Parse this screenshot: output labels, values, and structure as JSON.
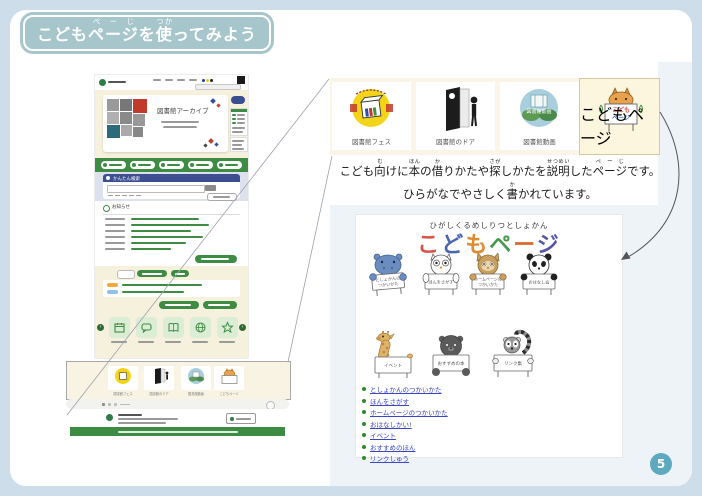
{
  "page": {
    "number": "5"
  },
  "colors": {
    "frame": "#cddeea",
    "banner_teal": "#a6c6cb",
    "site_green": "#3e8c44",
    "site_cream": "#f6f1dd",
    "site_navy": "#3d4f91",
    "cards_row_bg": "#faf5e6",
    "highlight_card_bg": "#fdf6de",
    "link_blue": "#3a46c4",
    "bullet_green": "#2e8b2e",
    "page_circle_teal": "#5fa9c0"
  },
  "title_banner": {
    "segments": [
      {
        "t": "こども"
      },
      {
        "t": "ページ",
        "r": "ぺーじ"
      },
      {
        "t": "を"
      },
      {
        "t": "使",
        "r": "つか"
      },
      {
        "t": "ってみよう"
      }
    ]
  },
  "library_site": {
    "hero_title": "図書館アーカイブ",
    "search_header": "かんたん検索",
    "news_header": "お知らせ"
  },
  "cards_row": {
    "items": [
      {
        "label": "図書館フェス"
      },
      {
        "label": "図書館のドア"
      },
      {
        "label": "図書館動画"
      },
      {
        "label": "こどもページ",
        "highlighted": true
      }
    ]
  },
  "kids_logo": {
    "line1": "こども",
    "line2": "ページ"
  },
  "description": {
    "line1": [
      {
        "t": "こども"
      },
      {
        "t": "向",
        "r": "む"
      },
      {
        "t": "けに"
      },
      {
        "t": "本",
        "r": "ほん"
      },
      {
        "t": "の"
      },
      {
        "t": "借",
        "r": "か"
      },
      {
        "t": "りかたや"
      },
      {
        "t": "探",
        "r": "さが"
      },
      {
        "t": "しかたを"
      },
      {
        "t": "説明",
        "r": "せつめい"
      },
      {
        "t": "した"
      },
      {
        "t": "ページ",
        "r": "ぺーじ"
      },
      {
        "t": "です。"
      }
    ],
    "line2": [
      {
        "t": "ひらがなでやさしく"
      },
      {
        "t": "書",
        "r": "か"
      },
      {
        "t": "かれています。"
      }
    ]
  },
  "kids_page": {
    "site_name": "ひがしくるめしりつとしょかん",
    "title_letters": [
      {
        "ch": "こ",
        "color": "#d9534a"
      },
      {
        "ch": "ど",
        "color": "#4a66b0"
      },
      {
        "ch": "も",
        "color": "#e08a30"
      },
      {
        "ch": "ペ",
        "color": "#44994c"
      },
      {
        "ch": "ー",
        "color": "#d96a2e"
      },
      {
        "ch": "ジ",
        "color": "#5558a8"
      }
    ],
    "animal_signs": {
      "hippo": [
        "としょかんの",
        "つかいかた"
      ],
      "owl": [
        "ほんをさがす"
      ],
      "horned_owl": [
        "ホームページの",
        "つかいかた"
      ],
      "panda": [
        "おはなし会"
      ],
      "giraffe": [
        "イベント"
      ],
      "bear": [
        "おすすめの本"
      ],
      "lemur": [
        "リンク集"
      ]
    },
    "links": [
      "としょかんのつかいかた",
      "ほんをさがす",
      "ホームページのつかいかた",
      "おはなしかい!",
      "イベント",
      "おすすめのほん",
      "リンクしゅう"
    ]
  }
}
